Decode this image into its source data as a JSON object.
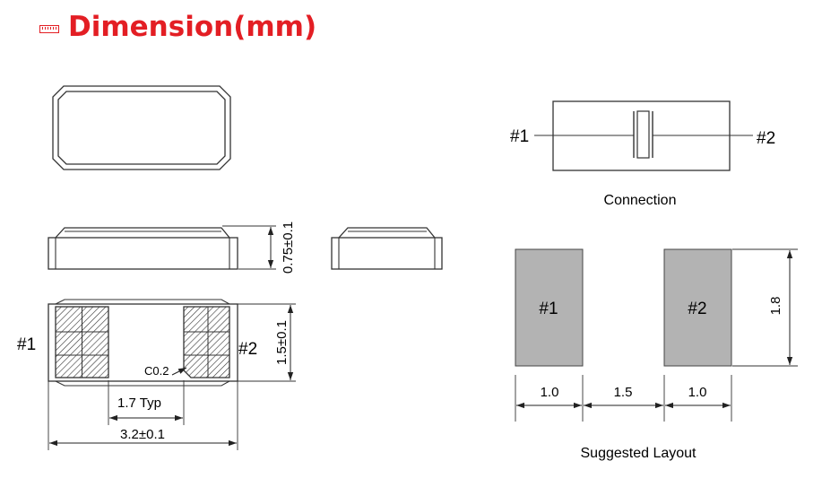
{
  "header": {
    "title": "Dimension(mm)",
    "icon": "ruler-icon",
    "color": "#e31e24"
  },
  "front": {
    "pad1": "#1",
    "pad2": "#2",
    "chamfer": "C0.2",
    "pitch": "1.7 Typ",
    "length": "3.2±0.1",
    "width": "1.5±0.1"
  },
  "side": {
    "height": "0.75±0.1"
  },
  "connection": {
    "pin1": "#1",
    "pin2": "#2",
    "caption": "Connection"
  },
  "layout": {
    "pad1": "#1",
    "pad2": "#2",
    "pad_w": "1.0",
    "gap": "1.5",
    "pad_w2": "1.0",
    "pad_h": "1.8",
    "caption": "Suggested Layout",
    "pad_color": "#b3b3b3"
  }
}
